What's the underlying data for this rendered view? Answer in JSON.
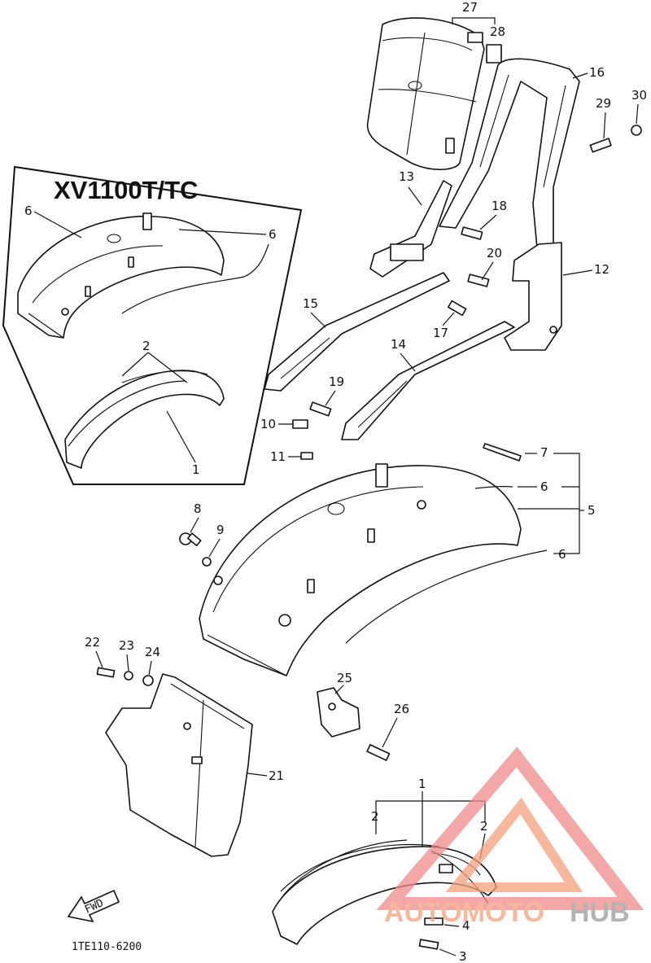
{
  "inset": {
    "title": "XV1100T/TC"
  },
  "callouts": {
    "c1": "1",
    "c2": "2",
    "c3": "3",
    "c4": "4",
    "c5": "5",
    "c6": "6",
    "c7": "7",
    "c8": "8",
    "c9": "9",
    "c10": "10",
    "c11": "11",
    "c12": "12",
    "c13": "13",
    "c14": "14",
    "c15": "15",
    "c16": "16",
    "c17": "17",
    "c18": "18",
    "c19": "19",
    "c20": "20",
    "c21": "21",
    "c22": "22",
    "c23": "23",
    "c24": "24",
    "c25": "25",
    "c26": "26",
    "c27": "27",
    "c28": "28",
    "c29": "29",
    "c30": "30",
    "inset6": "6",
    "inset2": "2",
    "inset1": "1"
  },
  "direction_arrow": "FWD",
  "diagram_code": "1TE110-6200",
  "watermark": {
    "name_part1": "AUTOMOTO",
    "name_part2": "HUB",
    "color1": "#f4a07c",
    "color2": "#f08a8a",
    "color3": "#9a9a9a"
  }
}
